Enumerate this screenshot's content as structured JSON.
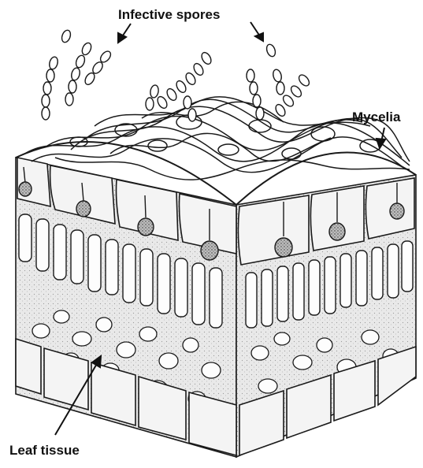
{
  "labels": {
    "spores": "Infective spores",
    "mycelia": "Mycelia",
    "leaf": "Leaf tissue"
  },
  "colors": {
    "ink": "#1a1a1a",
    "tissue_fill": "#e6e6e6",
    "cell_fill": "#f4f4f4",
    "background": "#ffffff"
  },
  "parts": [
    "infective-spore-chain",
    "mycelia-mat",
    "haustorium",
    "epidermis-cell",
    "palisade-cell",
    "spongy-cell",
    "lower-epidermis-cell"
  ]
}
